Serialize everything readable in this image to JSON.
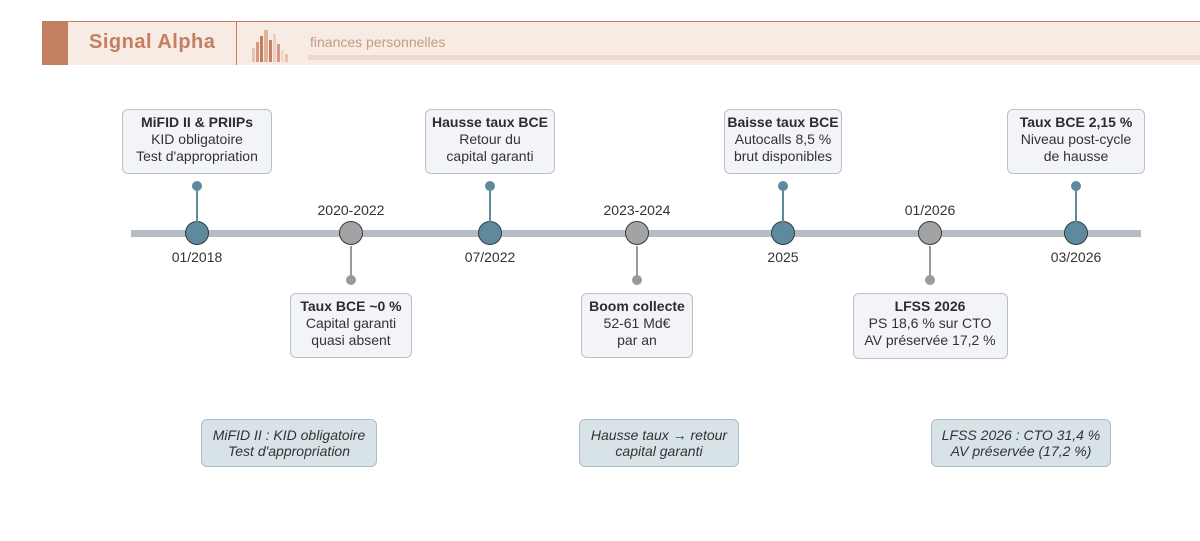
{
  "header": {
    "brand": "Signal Alpha",
    "subtitle": "finances personnelles",
    "logo_icon": "bar-chart-icon",
    "colors": {
      "accent": "#c47f63",
      "band": "#f7ebe4"
    }
  },
  "timeline": {
    "colors": {
      "key_event": "#5e8a9e",
      "period": "#a3a3a3",
      "axis": "#b6bcc4"
    },
    "events": [
      {
        "date": "01/2018",
        "kind": "key",
        "card_title": "MiFID II & PRIIPs",
        "card_lines": [
          "KID obligatoire",
          "Test d'appropriation"
        ]
      },
      {
        "date": "2020-2022",
        "kind": "period",
        "card_title": "Taux BCE ~0 %",
        "card_lines": [
          "Capital garanti",
          "quasi absent"
        ]
      },
      {
        "date": "07/2022",
        "kind": "key",
        "card_title": "Hausse taux BCE",
        "card_lines": [
          "Retour du",
          "capital garanti"
        ]
      },
      {
        "date": "2023-2024",
        "kind": "period",
        "card_title": "Boom collecte",
        "card_lines": [
          "52-61 Md€",
          "par an"
        ]
      },
      {
        "date": "2025",
        "kind": "key",
        "card_title": "Baisse taux BCE",
        "card_lines": [
          "Autocalls 8,5 %",
          "brut disponibles"
        ]
      },
      {
        "date": "01/2026",
        "kind": "period",
        "card_title": "LFSS 2026",
        "card_lines": [
          "PS 18,6 % sur CTO",
          "AV préservée 17,2 %"
        ]
      },
      {
        "date": "03/2026",
        "kind": "key",
        "card_title": "Taux BCE 2,15 %",
        "card_lines": [
          "Niveau post-cycle",
          "de hausse"
        ]
      }
    ]
  },
  "notes": [
    {
      "lines": [
        "MiFID II : KID obligatoire",
        "Test d'appropriation"
      ]
    },
    {
      "lines": [
        "Hausse taux → retour",
        "capital garanti"
      ]
    },
    {
      "lines": [
        "LFSS 2026 : CTO 31,4 %",
        "AV préservée (17,2 %)"
      ]
    }
  ]
}
